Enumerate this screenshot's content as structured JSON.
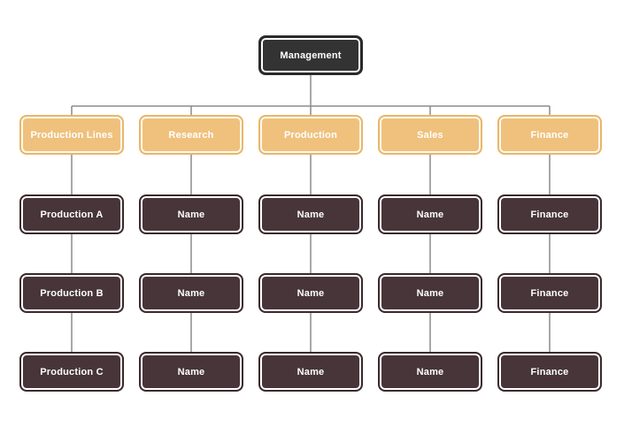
{
  "diagram": {
    "root": {
      "label": "Management"
    },
    "columns": [
      {
        "header": "Production Lines",
        "children": [
          "Production A",
          "Production B",
          "Production C"
        ]
      },
      {
        "header": "Research",
        "children": [
          "Name",
          "Name",
          "Name"
        ]
      },
      {
        "header": "Production",
        "children": [
          "Name",
          "Name",
          "Name"
        ]
      },
      {
        "header": "Sales",
        "children": [
          "Name",
          "Name",
          "Name"
        ]
      },
      {
        "header": "Finance",
        "children": [
          "Finance",
          "Finance",
          "Finance"
        ]
      }
    ],
    "colors": {
      "background": "#ffffff",
      "root_fill": "#333333",
      "root_border": "#2a2a2a",
      "department_fill": "#efc17d",
      "department_border": "#e9b767",
      "member_fill": "#473539",
      "member_border": "#3a2a2e",
      "inner_outline": "#ffffff",
      "text": "#ffffff",
      "connector": "#8c8c8c"
    }
  }
}
